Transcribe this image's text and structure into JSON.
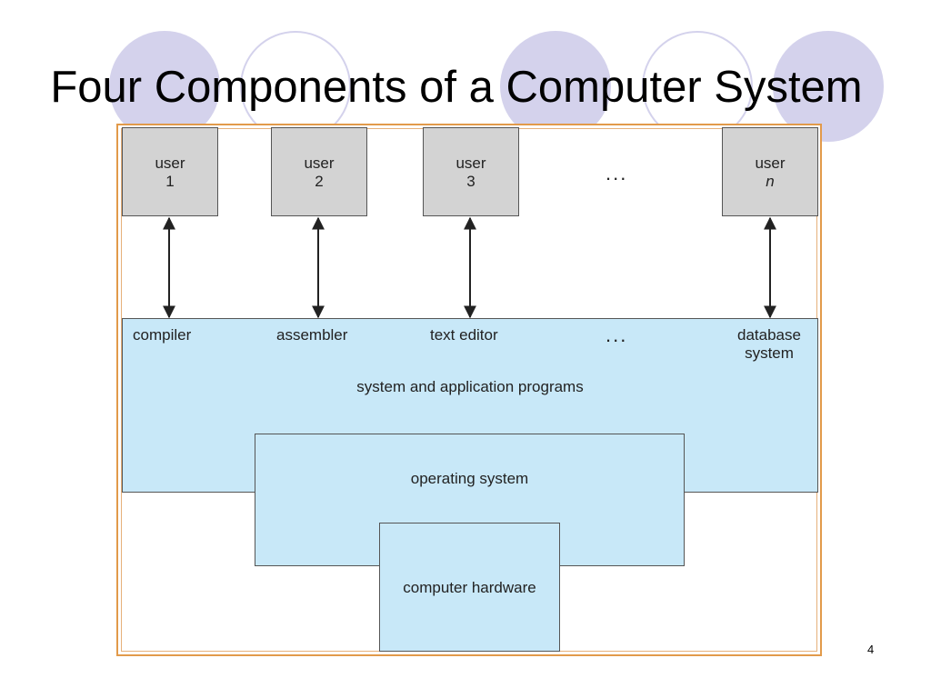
{
  "slide": {
    "title": "Four Components of a Computer System",
    "page_number": "4"
  },
  "diagram": {
    "users": [
      {
        "label": "user",
        "number": "1"
      },
      {
        "label": "user",
        "number": "2"
      },
      {
        "label": "user",
        "number": "3"
      },
      {
        "label": "user",
        "number": "n"
      }
    ],
    "users_ellipsis": "...",
    "programs": [
      "compiler",
      "assembler",
      "text editor"
    ],
    "programs_ellipsis": "...",
    "database_system": "database system",
    "system_and_application_programs": "system and application programs",
    "operating_system": "operating system",
    "computer_hardware": "computer hardware"
  },
  "colors": {
    "user_box": "#d3d3d3",
    "layer_box": "#c8e8f8",
    "frame_border": "#e29a4a",
    "decor_circle": "#d4d2ec"
  }
}
